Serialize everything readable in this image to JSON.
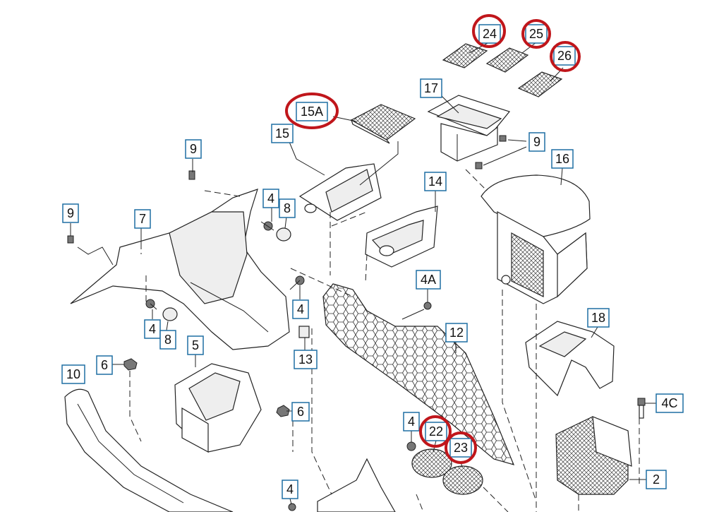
{
  "diagram": {
    "callouts": [
      "24",
      "25",
      "26",
      "17",
      "15A",
      "15",
      "9",
      "9",
      "16",
      "14",
      "9",
      "4",
      "8",
      "7",
      "4A",
      "4",
      "4",
      "8",
      "13",
      "12",
      "18",
      "5",
      "6",
      "10",
      "6",
      "4C",
      "4",
      "22",
      "23",
      "2",
      "4"
    ],
    "highlight_color": "#c0161b",
    "callout_border_color": "#1f6fa3",
    "parts": [
      "perforated-mat",
      "perforated-mat",
      "perforated-mat",
      "storage-tray",
      "perforated-mat",
      "cover-panel",
      "clip",
      "clip",
      "clip",
      "armrest",
      "ashtray-insert",
      "clip",
      "screw",
      "cap",
      "center-console-trim",
      "screw",
      "screw",
      "cap",
      "clip-nut",
      "mesh-side-panel",
      "armrest-bracket",
      "gear-shift-bracket",
      "nut",
      "air-duct",
      "nut",
      "bolt",
      "screw",
      "mesh-cover",
      "mesh-cover",
      "mounting-frame",
      "rear-trim"
    ]
  }
}
